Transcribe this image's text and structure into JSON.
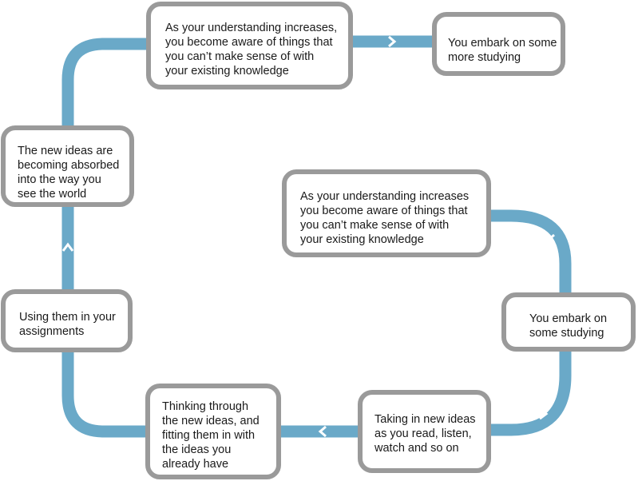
{
  "colors": {
    "connector": "#6aa9c8",
    "border": "#9a9a9a",
    "text": "#1a1a1a"
  },
  "nodes": {
    "awareness_top": {
      "lines": [
        "As your understanding increases,",
        "you become aware of things that",
        "you can’t make sense of with",
        "your existing knowledge"
      ]
    },
    "more_studying": {
      "lines": [
        "You embark on some",
        "more studying"
      ]
    },
    "absorbed": {
      "lines": [
        "The new ideas are",
        "becoming absorbed",
        "into the way you",
        "see the world"
      ]
    },
    "awareness_mid": {
      "lines": [
        "As your understanding increases",
        "you become aware of things that",
        "you can’t make sense of with",
        "your existing knowledge"
      ]
    },
    "embark": {
      "lines": [
        "You embark on",
        "some studying"
      ]
    },
    "using": {
      "lines": [
        "Using them in your",
        "assignments"
      ]
    },
    "thinking": {
      "lines": [
        "Thinking through",
        "the new ideas, and",
        "fitting them in with",
        "the ideas you",
        "already have"
      ]
    },
    "taking_in": {
      "lines": [
        "Taking in new ideas",
        "as you read, listen,",
        "watch and so on"
      ]
    }
  }
}
